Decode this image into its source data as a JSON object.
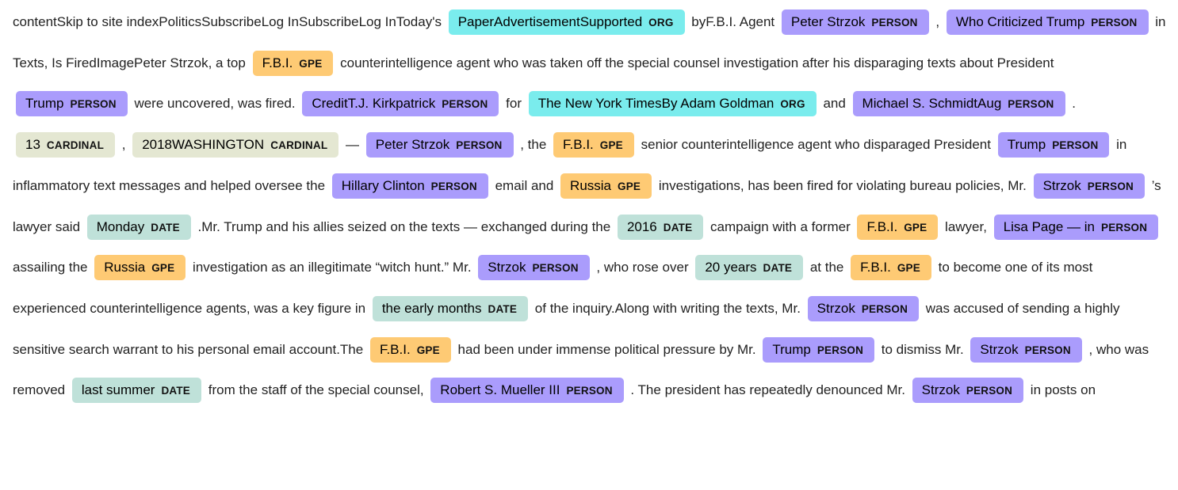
{
  "colors": {
    "ORG": "#7aeced",
    "PERSON": "#aa9cfc",
    "GPE": "#feca74",
    "DATE": "#bfe1d9",
    "CARDINAL": "#e4e7d2"
  },
  "segments": [
    {
      "t": "contentSkip to site indexPoliticsSubscribeLog InSubscribeLog InToday's "
    },
    {
      "e": "PaperAdvertisementSupported",
      "l": "ORG"
    },
    {
      "t": " byF.B.I. Agent "
    },
    {
      "e": "Peter Strzok",
      "l": "PERSON"
    },
    {
      "t": " , "
    },
    {
      "e": "Who Criticized Trump",
      "l": "PERSON"
    },
    {
      "t": " in Texts, Is FiredImagePeter Strzok, a top "
    },
    {
      "e": "F.B.I.",
      "l": "GPE"
    },
    {
      "t": " counterintelligence agent who was taken off the special counsel investigation after his disparaging texts about President "
    },
    {
      "e": "Trump",
      "l": "PERSON"
    },
    {
      "t": " were uncovered, was fired. "
    },
    {
      "e": "CreditT.J. Kirkpatrick",
      "l": "PERSON"
    },
    {
      "t": " for "
    },
    {
      "e": "The New York TimesBy Adam Goldman",
      "l": "ORG"
    },
    {
      "t": " and "
    },
    {
      "e": "Michael S. SchmidtAug",
      "l": "PERSON"
    },
    {
      "t": " . "
    },
    {
      "e": "13",
      "l": "CARDINAL"
    },
    {
      "t": " , "
    },
    {
      "e": "2018WASHINGTON",
      "l": "CARDINAL"
    },
    {
      "t": " — "
    },
    {
      "e": "Peter Strzok",
      "l": "PERSON"
    },
    {
      "t": " , the "
    },
    {
      "e": "F.B.I.",
      "l": "GPE"
    },
    {
      "t": " senior counterintelligence agent who disparaged President "
    },
    {
      "e": "Trump",
      "l": "PERSON"
    },
    {
      "t": " in inflammatory text messages and helped oversee the "
    },
    {
      "e": "Hillary Clinton",
      "l": "PERSON"
    },
    {
      "t": " email and "
    },
    {
      "e": "Russia",
      "l": "GPE"
    },
    {
      "t": " investigations, has been fired for violating bureau policies, Mr. "
    },
    {
      "e": "Strzok",
      "l": "PERSON"
    },
    {
      "t": " ’s lawyer said "
    },
    {
      "e": "Monday",
      "l": "DATE"
    },
    {
      "t": " .Mr. Trump and his allies seized on the texts — exchanged during the "
    },
    {
      "e": "2016",
      "l": "DATE"
    },
    {
      "t": " campaign with a former "
    },
    {
      "e": "F.B.I.",
      "l": "GPE"
    },
    {
      "t": " lawyer, "
    },
    {
      "e": "Lisa Page — in",
      "l": "PERSON"
    },
    {
      "t": " assailing the "
    },
    {
      "e": "Russia",
      "l": "GPE"
    },
    {
      "t": " investigation as an illegitimate “witch hunt.” Mr. "
    },
    {
      "e": "Strzok",
      "l": "PERSON"
    },
    {
      "t": " , who rose over "
    },
    {
      "e": "20 years",
      "l": "DATE"
    },
    {
      "t": " at the "
    },
    {
      "e": "F.B.I.",
      "l": "GPE"
    },
    {
      "t": " to become one of its most experienced counterintelligence agents, was a key figure in "
    },
    {
      "e": "the early months",
      "l": "DATE"
    },
    {
      "t": " of the inquiry.Along with writing the texts, Mr. "
    },
    {
      "e": "Strzok",
      "l": "PERSON"
    },
    {
      "t": " was accused of sending a highly sensitive search warrant to his personal email account.The "
    },
    {
      "e": "F.B.I.",
      "l": "GPE"
    },
    {
      "t": " had been under immense political pressure by Mr. "
    },
    {
      "e": "Trump",
      "l": "PERSON"
    },
    {
      "t": " to dismiss Mr. "
    },
    {
      "e": "Strzok",
      "l": "PERSON"
    },
    {
      "t": " , who was removed "
    },
    {
      "e": "last summer",
      "l": "DATE"
    },
    {
      "t": " from the staff of the special counsel, "
    },
    {
      "e": "Robert S. Mueller III",
      "l": "PERSON"
    },
    {
      "t": " . The president has repeatedly denounced Mr. "
    },
    {
      "e": "Strzok",
      "l": "PERSON"
    },
    {
      "t": " in posts on"
    }
  ]
}
